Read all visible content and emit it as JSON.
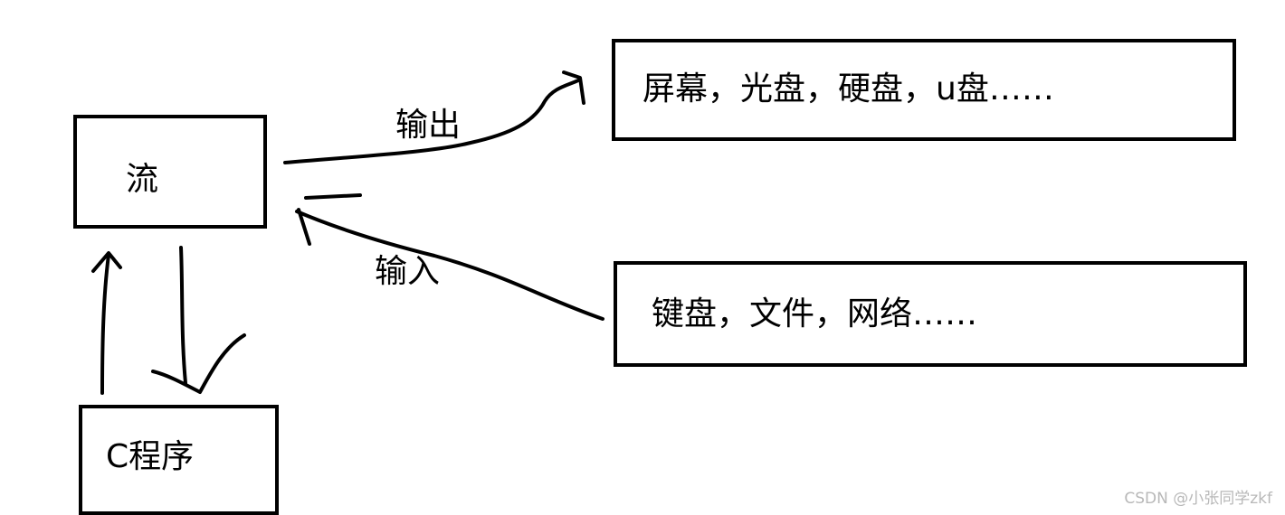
{
  "diagram": {
    "stream": {
      "label": "流"
    },
    "program": {
      "label": "C程序"
    },
    "output_devices": {
      "label": "屏幕，光盘，硬盘，u盘……"
    },
    "input_devices": {
      "label": "键盘，文件，网络……"
    },
    "output_edge": {
      "label": "输出"
    },
    "input_edge": {
      "label": "输入"
    }
  },
  "watermark": "CSDN @小张同学zkf",
  "colors": {
    "stroke": "#000000",
    "background": "#ffffff",
    "watermark": "#b8b8b8"
  }
}
